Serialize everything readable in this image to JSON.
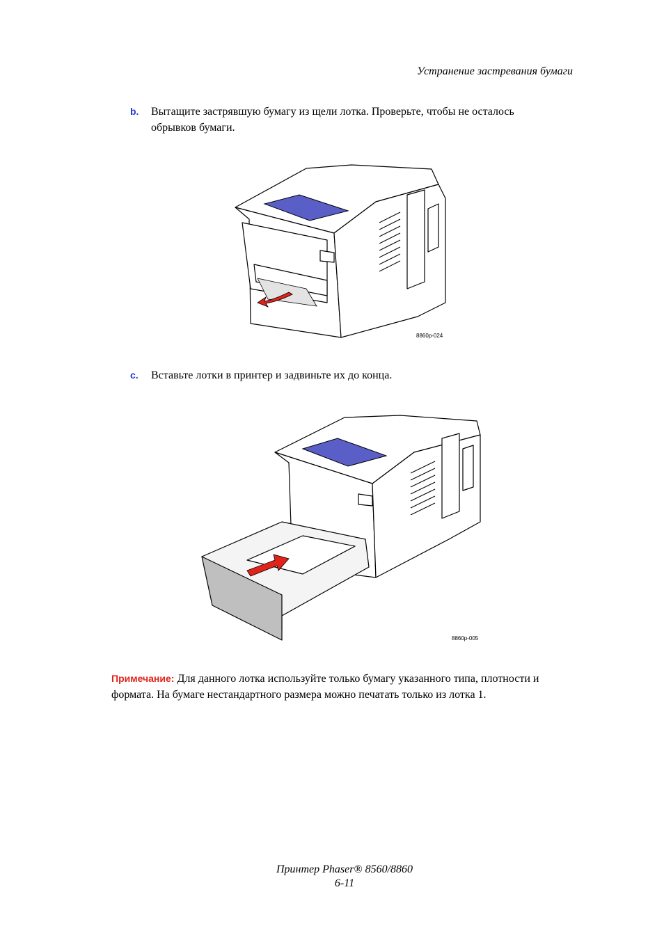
{
  "header": {
    "title": "Устранение застревания бумаги"
  },
  "steps": [
    {
      "letter": "b.",
      "text": "Вытащите застрявшую бумагу из щели лотка. Проверьте, чтобы не осталось обрывков бумаги."
    },
    {
      "letter": "c.",
      "text": "Вставьте лотки в принтер и задвиньте их до конца."
    }
  ],
  "figures": [
    {
      "code": "8860p-024",
      "icon": "printer-paper-jam-illustration"
    },
    {
      "code": "8860p-005",
      "icon": "printer-tray-insert-illustration"
    }
  ],
  "note": {
    "label": "Примечание:",
    "text": "Для данного лотка используйте только бумагу указанного типа, плотности и формата. На бумаге нестандартного размера можно печатать только из лотка 1."
  },
  "footer": {
    "product": "Принтер Phaser® 8560/8860",
    "page": "6-11"
  },
  "colors": {
    "step_letter": "#1a3bd6",
    "note_label": "#e0231b",
    "panel": "#5a5fc8",
    "arrow": "#e0231b"
  }
}
